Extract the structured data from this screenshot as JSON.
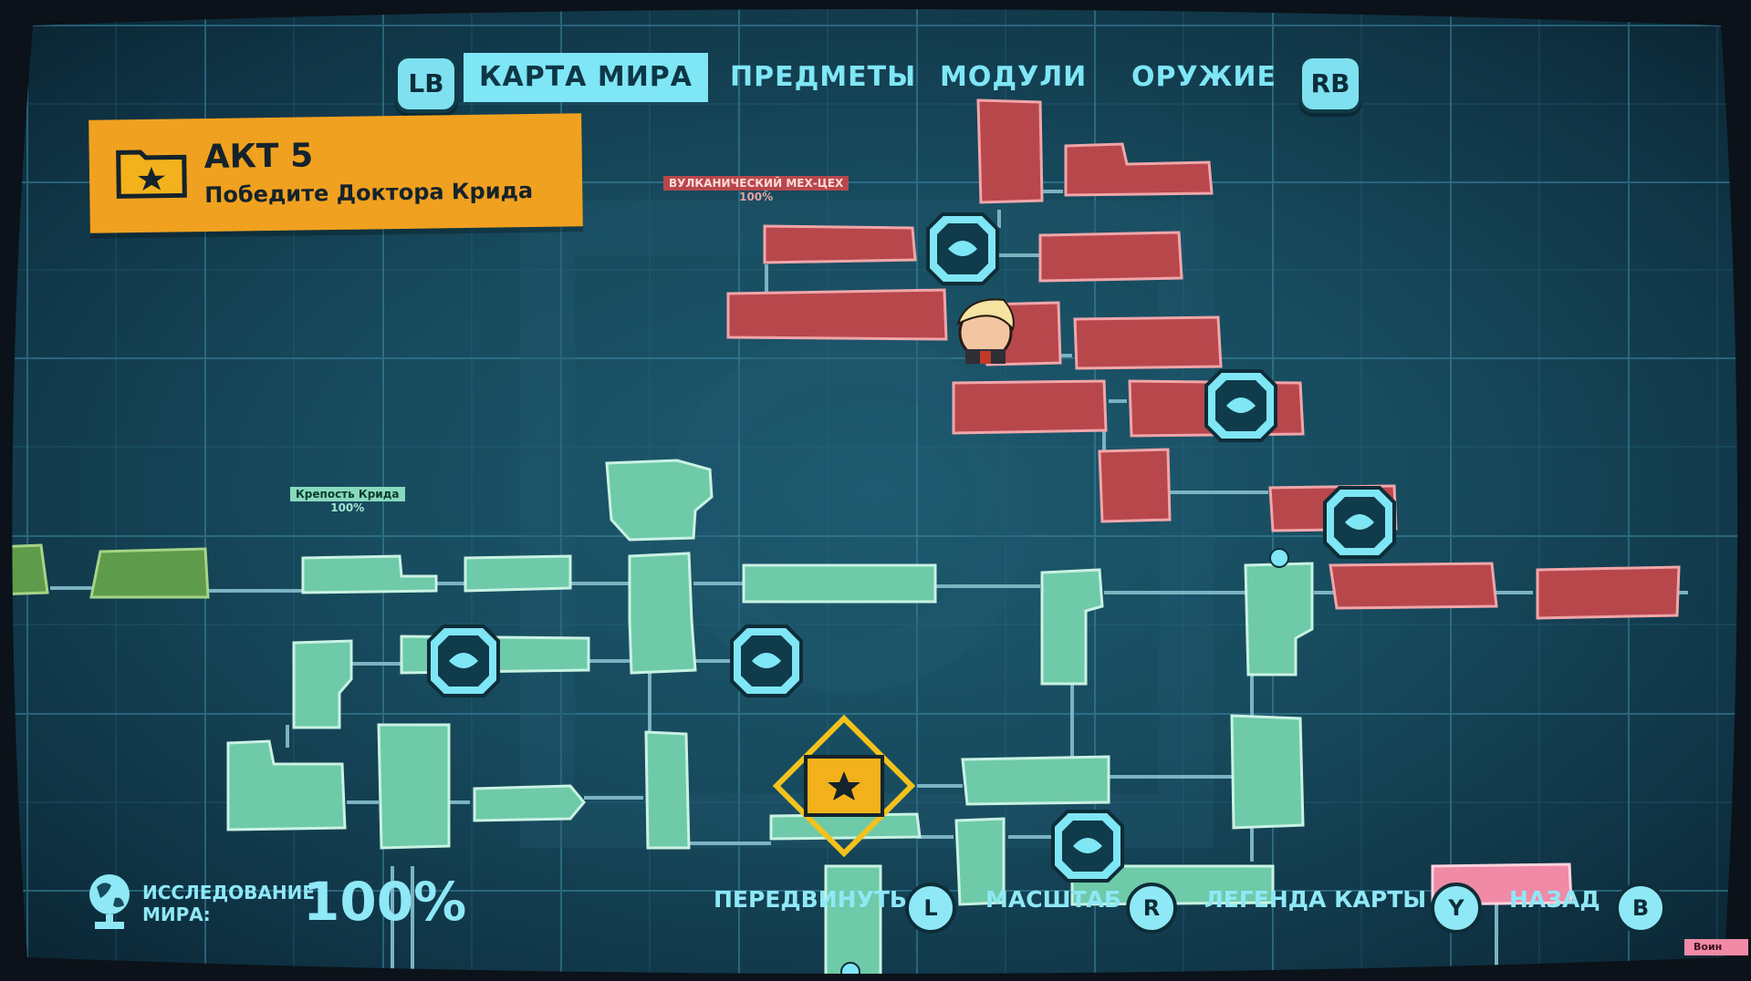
{
  "tabs": {
    "lb": "LB",
    "rb": "RB",
    "items": [
      {
        "label": "КАРТА МИРА",
        "active": true
      },
      {
        "label": "ПРЕДМЕТЫ",
        "active": false
      },
      {
        "label": "МОДУЛИ",
        "active": false
      },
      {
        "label": "ОРУЖИЕ",
        "active": false
      }
    ]
  },
  "quest": {
    "title": "АКТ 5",
    "subtitle": "Победите Доктора Крида"
  },
  "zones": [
    {
      "name": "ВУЛКАНИЧЕСКИЙ МЕХ-ЦЕХ",
      "percent": "100%"
    },
    {
      "name": "Крепость Крида",
      "percent": "100%"
    }
  ],
  "exploration": {
    "label": "ИССЛЕДОВАНИЕ МИРА:",
    "value": "100%"
  },
  "hints": [
    {
      "label": "ПЕРЕДВИНУТЬ",
      "button": "L"
    },
    {
      "label": "МАСШТАБ",
      "button": "R"
    },
    {
      "label": "ЛЕГЕНДА КАРТЫ",
      "button": "Y"
    },
    {
      "label": "НАЗАД",
      "button": "B"
    }
  ],
  "offscreen_zone": "Воин",
  "colors": {
    "accent_cyan": "#7fe6f5",
    "quest_orange": "#f0a11f",
    "zone_red": "#b8474c",
    "zone_teal": "#6ecaa8",
    "zone_green": "#5e9b4a",
    "zone_pink": "#f08aa6"
  },
  "icons": [
    "folder-star-icon",
    "globe-icon",
    "teleporter-icon",
    "player-portrait-icon",
    "objective-marker-icon",
    "lock-icon"
  ]
}
